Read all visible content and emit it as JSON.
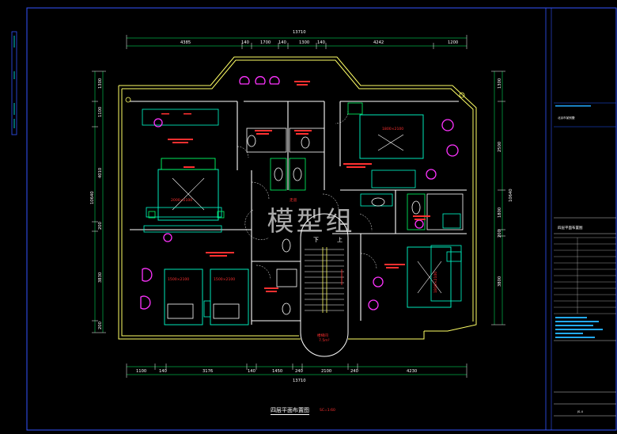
{
  "watermark": "模型组",
  "drawing": {
    "caption": "四层平面布置图",
    "scale": "SC=1:60"
  },
  "dimensions": {
    "top_total": "13710",
    "top_segments": [
      "4385",
      "140",
      "1700",
      "140",
      "1300",
      "140",
      "4242",
      "1200"
    ],
    "bottom_total": "13710",
    "bottom_segments": [
      "1100",
      "140",
      "3176",
      "140",
      "1450",
      "240",
      "2100",
      "240",
      "4230"
    ],
    "left_total": "10640",
    "left_segments": [
      "1300",
      "1100",
      "4010",
      "200",
      "3830",
      "200"
    ],
    "right_total": "10640",
    "right_segments": [
      "1300",
      "2500",
      "1800",
      "200",
      "3800"
    ]
  },
  "rooms": {
    "stair": "楼梯间",
    "corridor": "走道",
    "bed_1800_a": "1800×2100",
    "bed_2000": "2000×2100",
    "bed_1500_a": "1500×2100",
    "bed_1500_b": "1500×2100",
    "bed_1800_b": "1800×2100",
    "stair_down": "下",
    "stair_up": "上",
    "stair_area": "楼梯间",
    "stair_area_size": "7.5m²"
  },
  "title_block": {
    "title": "四层平面布置图",
    "project": "北京市某别墅",
    "drawing_no": "JS-4"
  },
  "colors": {
    "wall": "#ffff66",
    "dim": "#ffffff",
    "furniture": "#00ffcc",
    "chair": "#ff33ff",
    "text_red": "#ff3030",
    "frame": "#4466ff",
    "green": "#00ff66"
  }
}
